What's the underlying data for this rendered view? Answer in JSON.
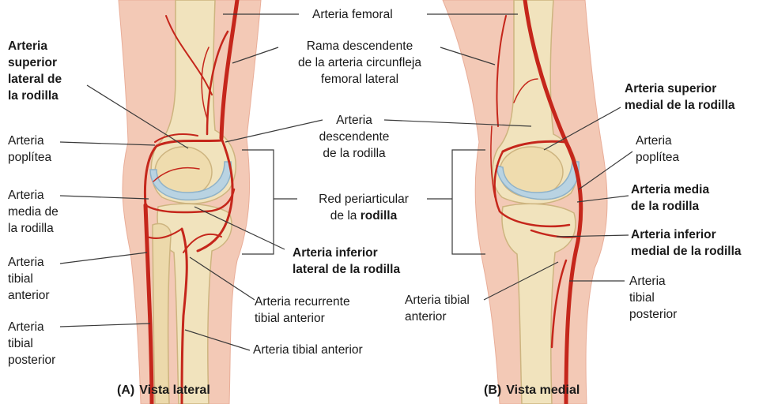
{
  "colors": {
    "skin": "#f3c9b6",
    "skin_edge": "#e9ad98",
    "bone": "#f1e3bd",
    "bone_shade": "#dcc896",
    "cartilage": "#b9d3e2",
    "artery": "#c5261b",
    "artery_dark": "#9b1b12",
    "leader": "#3a3a3a"
  },
  "labels": {
    "femoral": "Arteria femoral",
    "rama_descendente": "Rama descendente\nde la arteria circunfleja\nfemoral lateral",
    "superior_lateral": "Arteria\nsuperior\nlateral de\nla rodilla",
    "poplitea_left": "Arteria\npoplítea",
    "descendente": "Arteria\ndescendente\nde la rodilla",
    "media_left": "Arteria\nmedia de\nla rodilla",
    "red_periarticular_prefix": "Red periarticular\nde la ",
    "red_periarticular_bold": "rodilla",
    "inferior_lateral": "Arteria inferior\nlateral de la rodilla",
    "tibial_anterior_left": "Arteria\ntibial\nanterior",
    "recurrente": "Arteria recurrente\ntibial anterior",
    "tibial_posterior_left": "Arteria\ntibial\nposterior",
    "tibial_anterior_bottom": "Arteria tibial anterior",
    "superior_medial": "Arteria superior\nmedial de la rodilla",
    "poplitea_right": "Arteria\npoplítea",
    "media_right": "Arteria media\nde la rodilla",
    "inferior_medial": "Arteria inferior\nmedial de la rodilla",
    "tibial_anterior_mid": "Arteria tibial\nanterior",
    "tibial_posterior_right": "Arteria\ntibial\nposterior"
  },
  "captions": {
    "a_letter": "(A)",
    "a_text": "Vista lateral",
    "b_letter": "(B)",
    "b_text": "Vista medial"
  }
}
